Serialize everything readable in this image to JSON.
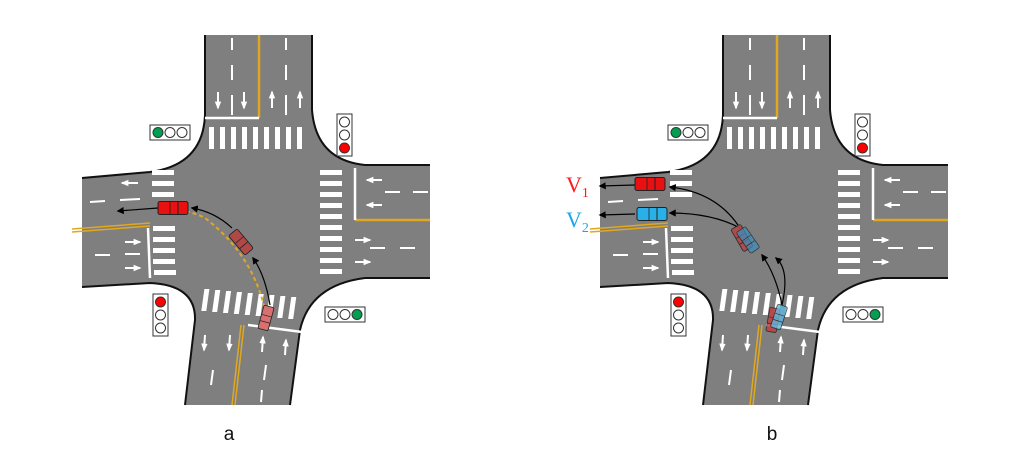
{
  "panels": [
    {
      "label": "a",
      "scenario": "single-vehicle-left-turn"
    },
    {
      "label": "b",
      "scenario": "two-vehicle-left-turn"
    }
  ],
  "vehicle_labels": {
    "v1": {
      "letter": "V",
      "sub": "1",
      "color": "#ff1a1a"
    },
    "v2": {
      "letter": "V",
      "sub": "2",
      "color": "#1aa7e6"
    }
  },
  "colors": {
    "road": "#7f7f7f",
    "centerline": "#e0a820",
    "car_red": "#e81010",
    "car_dark_red": "#b04848",
    "car_blue": "#2ab0e8",
    "light_red": "#ff0000",
    "light_green": "#00a050"
  },
  "traffic_lights": [
    {
      "position": "north-west",
      "lit": "green"
    },
    {
      "position": "north-east",
      "lit": "red"
    },
    {
      "position": "south-west",
      "lit": "red"
    },
    {
      "position": "south-east",
      "lit": "green"
    }
  ]
}
